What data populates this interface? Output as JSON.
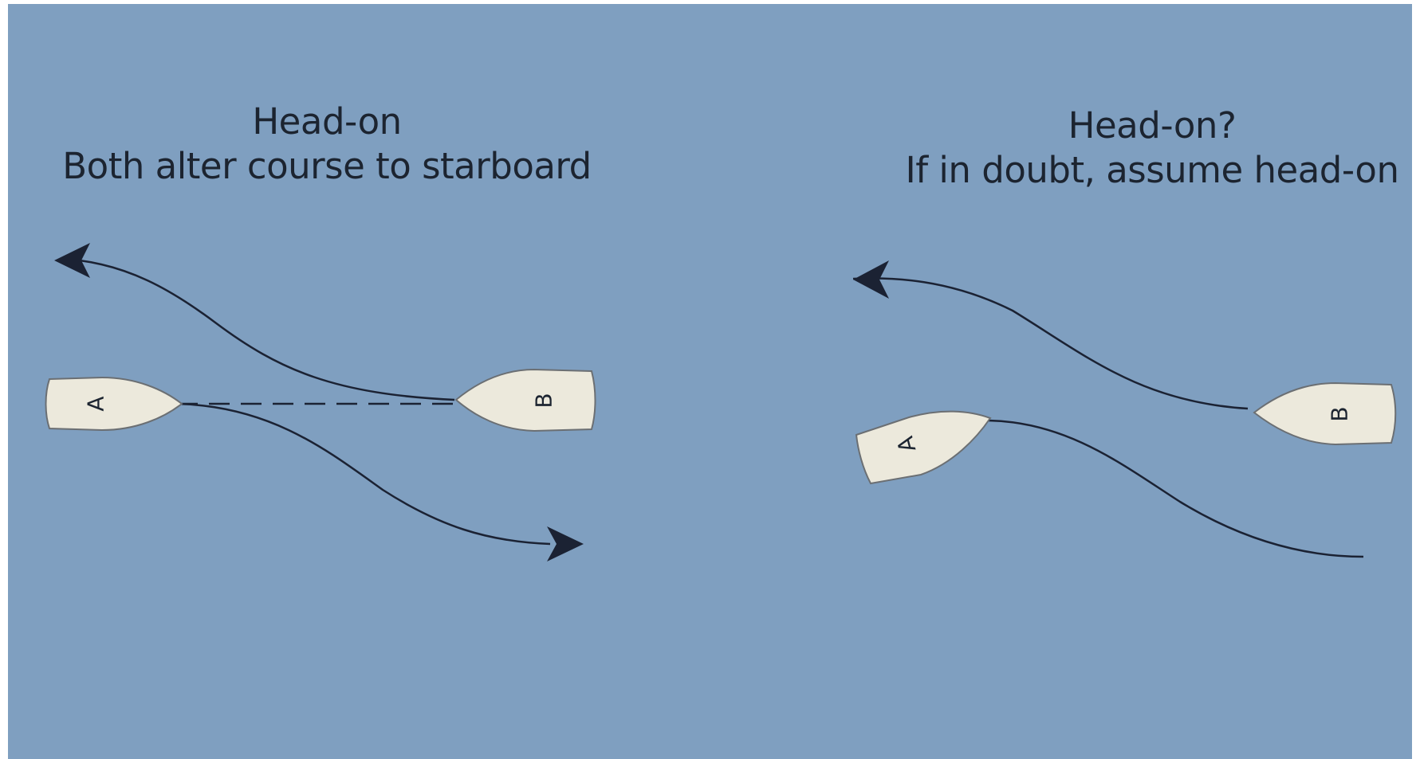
{
  "colors": {
    "water": "#7f9fc0",
    "hull": "#ece9dc",
    "hull_outline": "#6b6f73",
    "track": "#1b2233",
    "text": "#1c2430"
  },
  "panels": [
    {
      "title": "Head-on",
      "subtitle": "Both alter course to starboard",
      "boats": [
        {
          "label": "A",
          "heading": "east"
        },
        {
          "label": "B",
          "heading": "west"
        }
      ]
    },
    {
      "title": "Head-on?",
      "subtitle": "If in doubt, assume head-on",
      "boats": [
        {
          "label": "A",
          "heading": "east-northeast"
        },
        {
          "label": "B",
          "heading": "west"
        }
      ]
    }
  ]
}
